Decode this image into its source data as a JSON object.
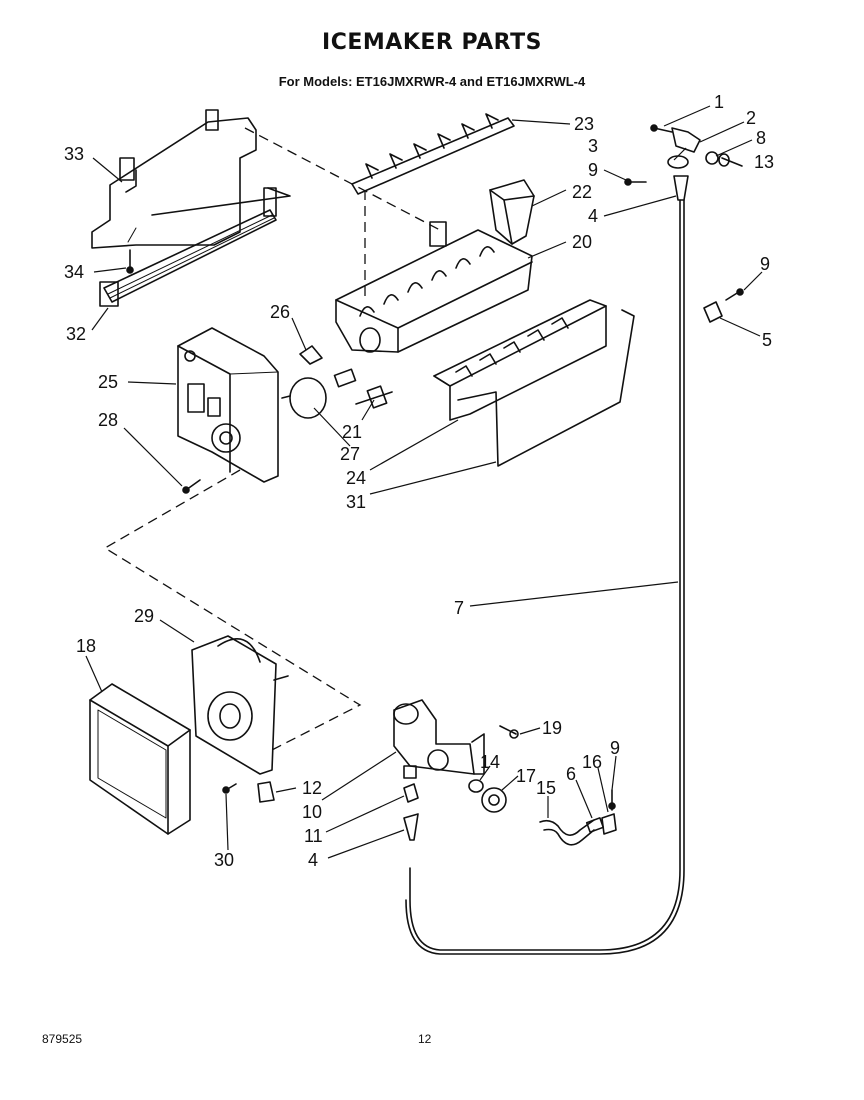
{
  "title": "ICEMAKER PARTS",
  "subtitle": "For Models: ET16JMXRWR-4 and ET16JMXRWL-4",
  "footer": {
    "code": "879525",
    "page": "12"
  },
  "callouts": {
    "c1": "1",
    "c2": "2",
    "c3": "3",
    "c4a": "4",
    "c4b": "4",
    "c5": "5",
    "c6": "6",
    "c7": "7",
    "c8": "8",
    "c9a": "9",
    "c9b": "9",
    "c9c": "9",
    "c10": "10",
    "c11": "11",
    "c12": "12",
    "c13": "13",
    "c14": "14",
    "c15": "15",
    "c16": "16",
    "c17": "17",
    "c18": "18",
    "c19": "19",
    "c20": "20",
    "c21": "21",
    "c22": "22",
    "c23": "23",
    "c24": "24",
    "c25": "25",
    "c26": "26",
    "c27": "27",
    "c28": "28",
    "c29": "29",
    "c30": "30",
    "c31": "31",
    "c32": "32",
    "c33": "33",
    "c34": "34"
  }
}
